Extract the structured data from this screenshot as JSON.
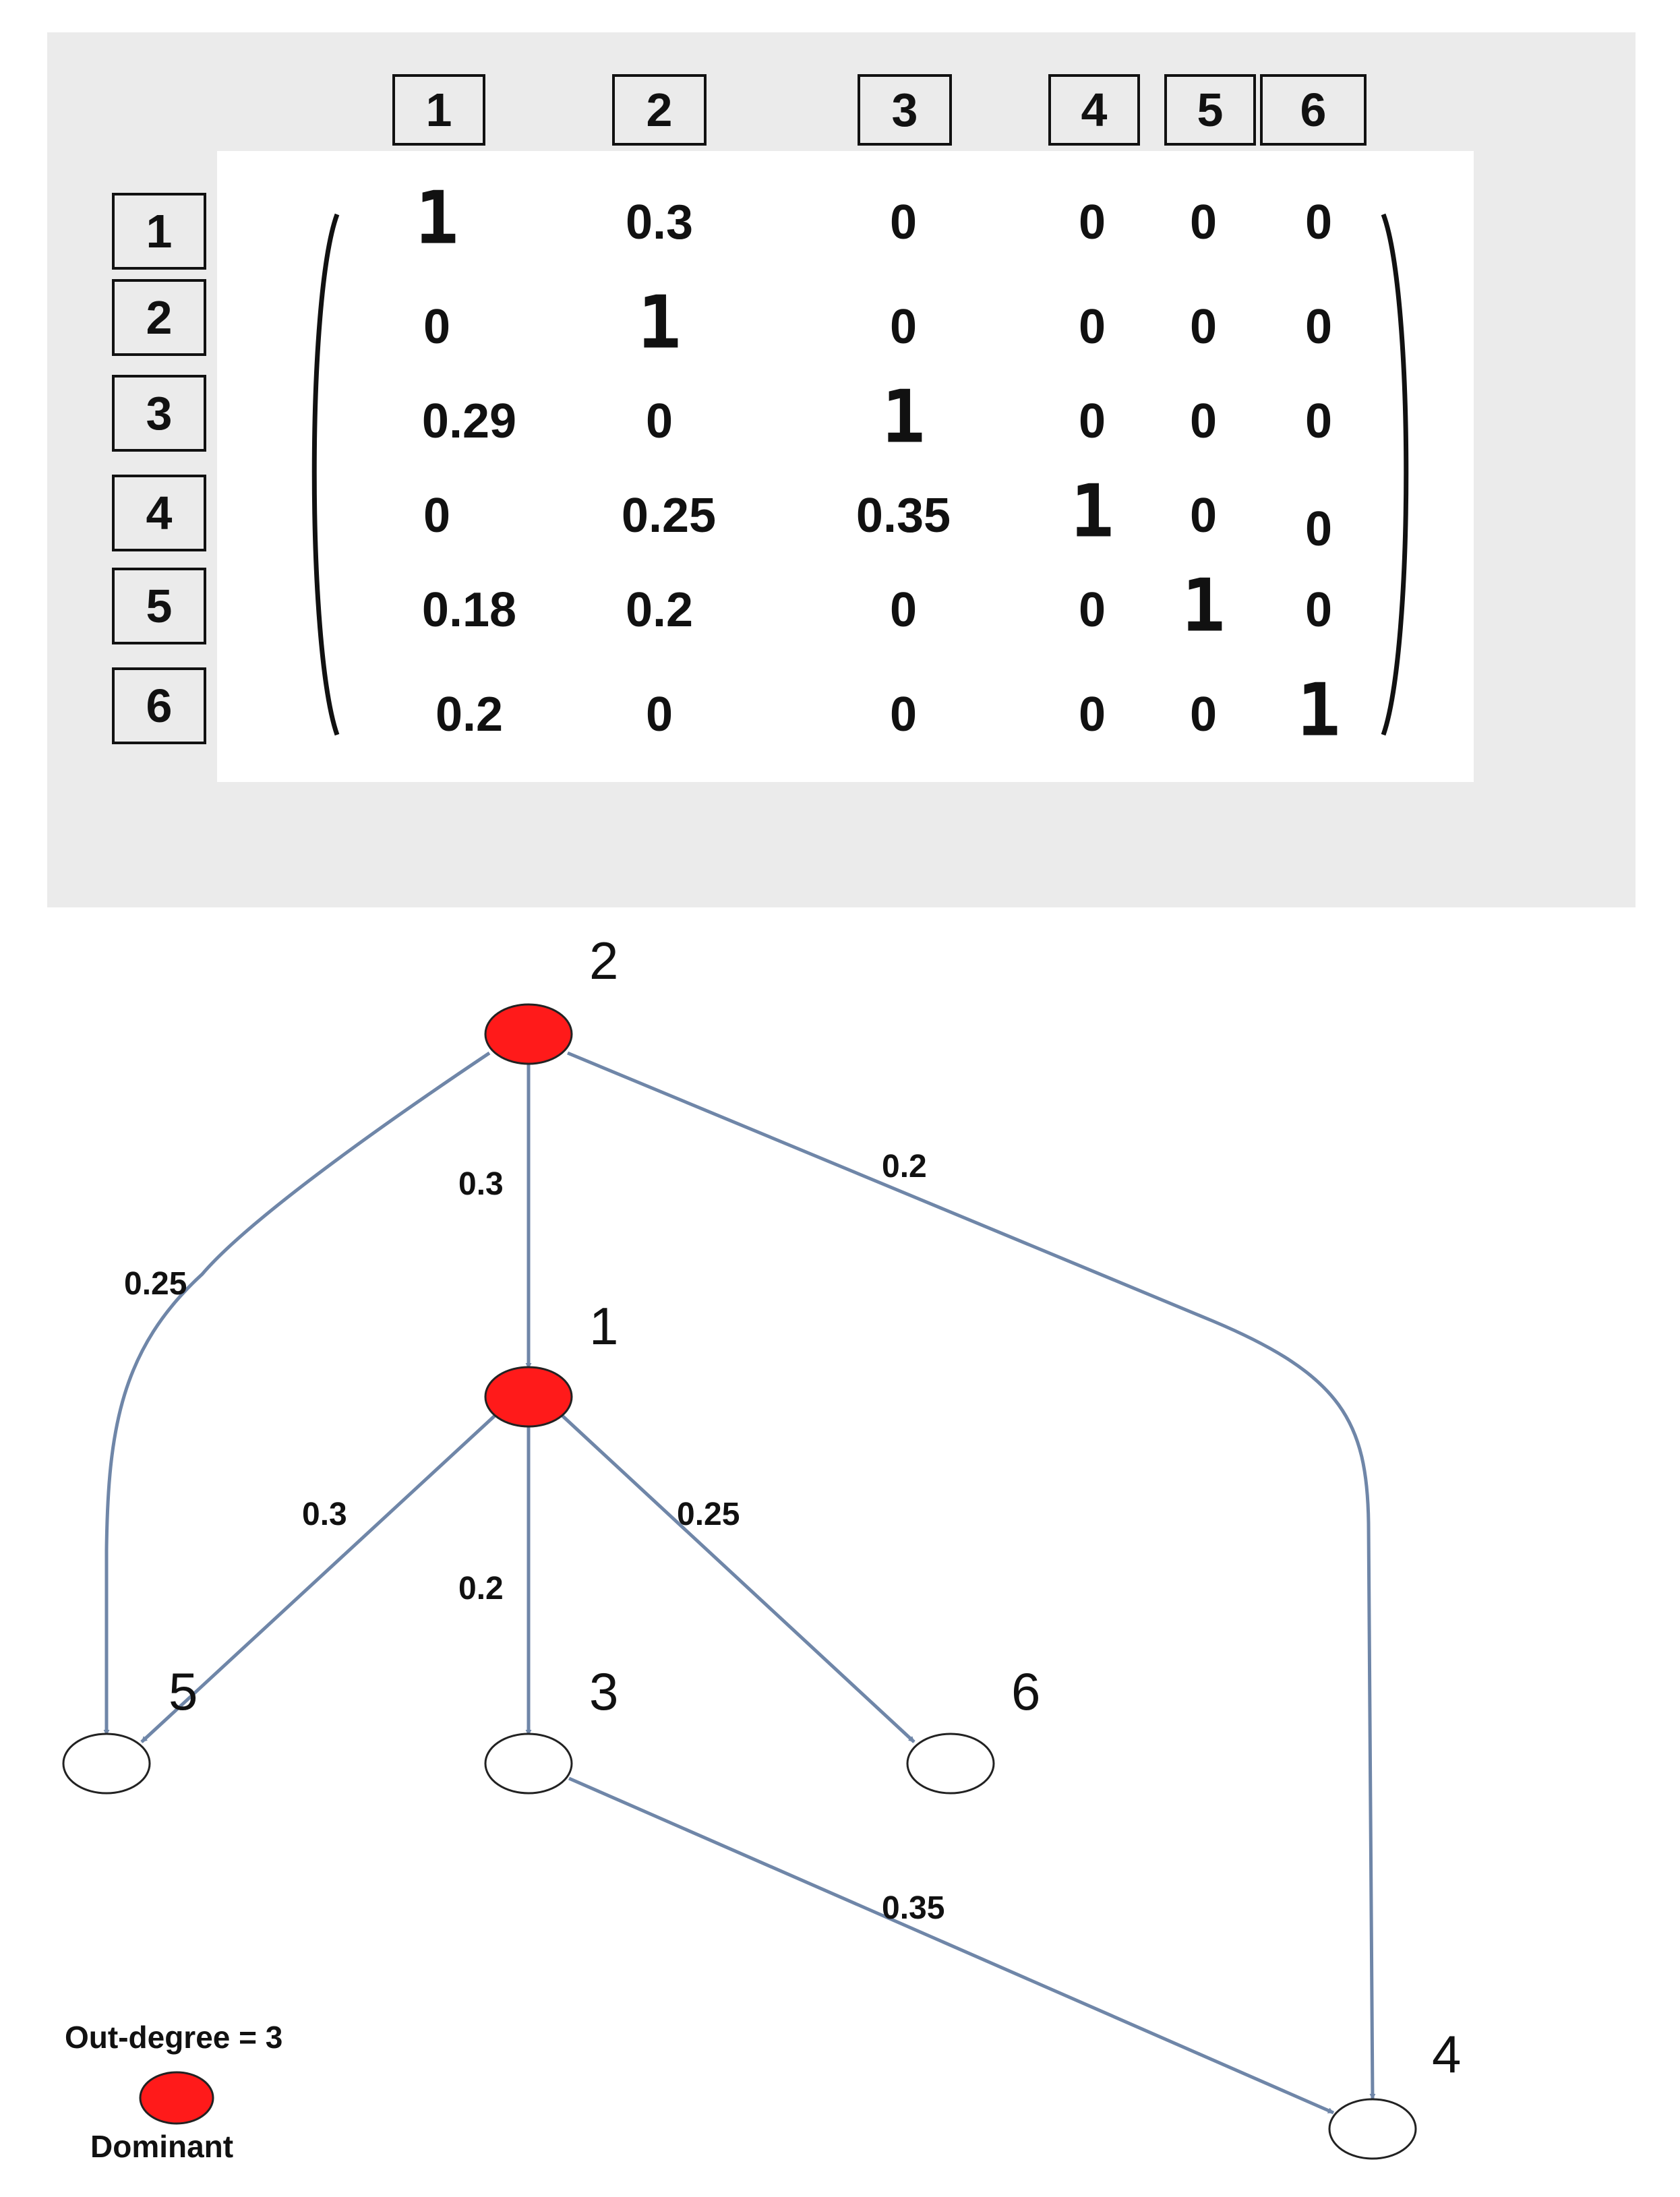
{
  "matrix": {
    "col_headers": [
      "1",
      "2",
      "3",
      "4",
      "5",
      "6"
    ],
    "row_headers": [
      "1",
      "2",
      "3",
      "4",
      "5",
      "6"
    ],
    "rows": [
      [
        "1",
        "0.3",
        "0",
        "0",
        "0",
        "0"
      ],
      [
        "0",
        "1",
        "0",
        "0",
        "0",
        "0"
      ],
      [
        "0.29",
        "0",
        "1",
        "0",
        "0",
        "0"
      ],
      [
        "0",
        "0.25",
        "0.35",
        "1",
        "0",
        "0"
      ],
      [
        "0.18",
        "0.2",
        "0",
        "0",
        "1",
        "0"
      ],
      [
        "0.2",
        "0",
        "0",
        "0",
        "0",
        "1"
      ]
    ]
  },
  "graph": {
    "nodes": [
      {
        "id": "2",
        "label": "2",
        "dominant": true
      },
      {
        "id": "1",
        "label": "1",
        "dominant": true
      },
      {
        "id": "5",
        "label": "5",
        "dominant": false
      },
      {
        "id": "3",
        "label": "3",
        "dominant": false
      },
      {
        "id": "6",
        "label": "6",
        "dominant": false
      },
      {
        "id": "4",
        "label": "4",
        "dominant": false
      }
    ],
    "edges": [
      {
        "from": "2",
        "to": "5",
        "weight": "0.25"
      },
      {
        "from": "2",
        "to": "1",
        "weight": "0.3"
      },
      {
        "from": "2",
        "to": "4",
        "weight": "0.2"
      },
      {
        "from": "1",
        "to": "5",
        "weight": "0.3"
      },
      {
        "from": "1",
        "to": "3",
        "weight": "0.2"
      },
      {
        "from": "1",
        "to": "6",
        "weight": "0.25"
      },
      {
        "from": "3",
        "to": "4",
        "weight": "0.35"
      }
    ],
    "dominant_color": "#ff1a1a",
    "edge_color": "#6f86a8"
  },
  "legend": {
    "title": "Out-degree = 3",
    "label": "Dominant"
  }
}
